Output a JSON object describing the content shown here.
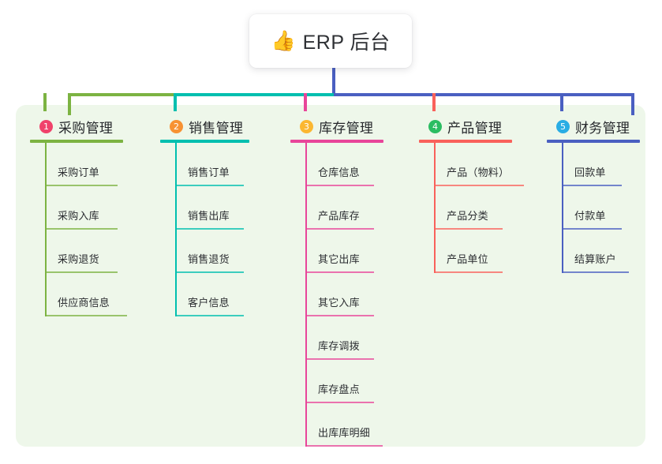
{
  "diagram": {
    "type": "mindmap",
    "title": "ERP 后台",
    "root": {
      "icon": "thumbs-up-icon",
      "emoji": "👍",
      "label": "ERP 后台"
    },
    "panel_color": "#eef7ea",
    "background_color": "#ffffff",
    "connector_colors": {
      "stem": "#4a5fc1",
      "bar_left": "#7cb342",
      "bar_mid": "#00bfaf",
      "bar_right": "#4a5fc1"
    },
    "branches": [
      {
        "number": "1",
        "badge_color": "#f0426b",
        "label": "采购管理",
        "color": "#7cb342",
        "rule_width": 118,
        "items": [
          {
            "label": "采购订单",
            "rule_width": 92
          },
          {
            "label": "采购入库",
            "rule_width": 92
          },
          {
            "label": "采购退货",
            "rule_width": 92
          },
          {
            "label": "供应商信息",
            "rule_width": 104
          }
        ]
      },
      {
        "number": "2",
        "badge_color": "#f79233",
        "label": "销售管理",
        "color": "#00bfaf",
        "rule_width": 113,
        "items": [
          {
            "label": "销售订单",
            "rule_width": 87
          },
          {
            "label": "销售出库",
            "rule_width": 87
          },
          {
            "label": "销售退货",
            "rule_width": 87
          },
          {
            "label": "客户信息",
            "rule_width": 87
          }
        ]
      },
      {
        "number": "3",
        "badge_color": "#fbb731",
        "label": "库存管理",
        "color": "#e8459a",
        "rule_width": 118,
        "items": [
          {
            "label": "仓库信息",
            "rule_width": 87
          },
          {
            "label": "产品库存",
            "rule_width": 87
          },
          {
            "label": "其它出库",
            "rule_width": 87
          },
          {
            "label": "其它入库",
            "rule_width": 87
          },
          {
            "label": "库存调拨",
            "rule_width": 87
          },
          {
            "label": "库存盘点",
            "rule_width": 87
          },
          {
            "label": "出库库明细",
            "rule_width": 98
          }
        ]
      },
      {
        "number": "4",
        "badge_color": "#2bbd62",
        "label": "产品管理",
        "color": "#f9615b",
        "rule_width": 118,
        "items": [
          {
            "label": "产品（物料）",
            "rule_width": 114
          },
          {
            "label": "产品分类",
            "rule_width": 87
          },
          {
            "label": "产品单位",
            "rule_width": 87
          }
        ]
      },
      {
        "number": "5",
        "badge_color": "#29ade4",
        "label": "财务管理",
        "color": "#4a5fc1",
        "rule_width": 118,
        "items": [
          {
            "label": "回款单",
            "rule_width": 76
          },
          {
            "label": "付款单",
            "rule_width": 76
          },
          {
            "label": "结算账户",
            "rule_width": 85
          }
        ]
      }
    ]
  }
}
